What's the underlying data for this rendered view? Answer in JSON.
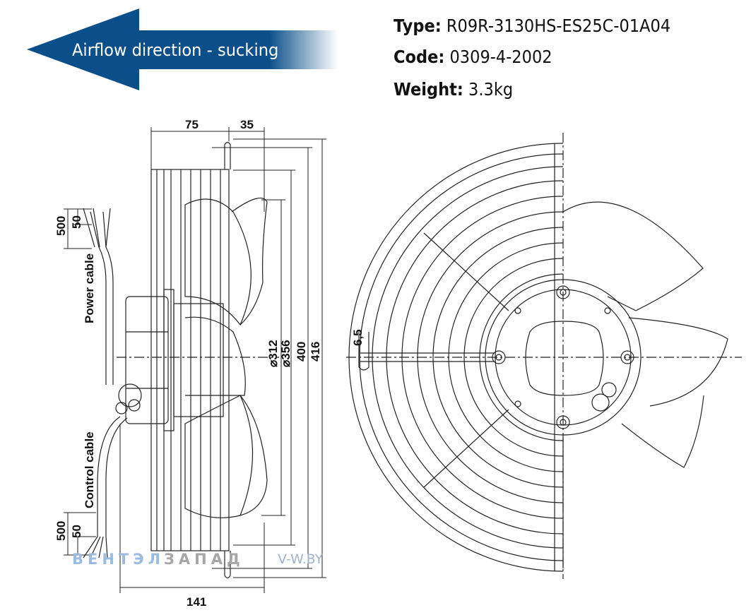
{
  "banner": {
    "label": "Airflow direction - sucking",
    "color": "#0b4f8a"
  },
  "specs": {
    "type_label": "Type:",
    "type_value": "R09R-3130HS-ES25C-01A04",
    "code_label": "Code:",
    "code_value": "0309-4-2002",
    "weight_label": "Weight:",
    "weight_value": "3.3kg"
  },
  "dimensions": {
    "d75": "75",
    "d35": "35",
    "d141": "141",
    "d312": "⌀312",
    "d356": "⌀356",
    "d400": "400",
    "d416": "416",
    "d6_5": "6,5",
    "cable_top_500": "500",
    "cable_top_50": "50",
    "cable_bottom_500": "500",
    "cable_bottom_50": "50"
  },
  "cables": {
    "power": "Power cable",
    "control": "Control cable"
  },
  "watermark": {
    "left": "ВЕНТЭЛ",
    "middle": "ЗАПАД",
    "right": "V-W.BY"
  }
}
